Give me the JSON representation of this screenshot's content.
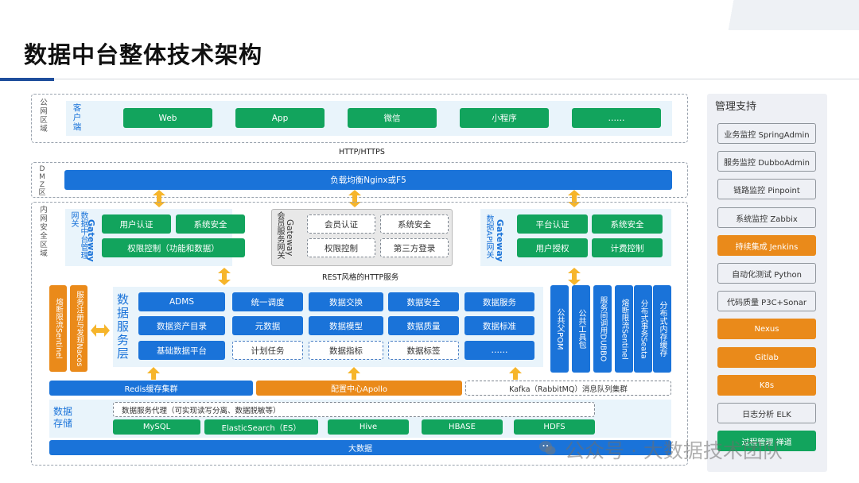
{
  "title": "数据中台整体技术架构",
  "zones": {
    "public": "公网区域",
    "dmz": "DMZ区",
    "intranet": "内网安全区域",
    "client": "客户端"
  },
  "clients": [
    "Web",
    "App",
    "微信",
    "小程序",
    "……"
  ],
  "protocol": "HTTP/HTTPS",
  "load_balancer": "负载均衡Nginx或F5",
  "gateways": {
    "mgmt": {
      "title": "数据中台管理网关",
      "en": "Gateway",
      "items": [
        "用户认证",
        "系统安全",
        "权限控制（功能和数据）"
      ]
    },
    "member": {
      "title": "会员服务网关",
      "en": "Gateway",
      "items": [
        "会员认证",
        "系统安全",
        "权限控制",
        "第三方登录"
      ]
    },
    "api": {
      "title": "数据API网关",
      "en": "Gateway",
      "items": [
        "平台认证",
        "系统安全",
        "用户授权",
        "计费控制"
      ]
    }
  },
  "rest_label": "REST风格的HTTP服务",
  "left_services": [
    "熔断限流Sentinel",
    "服务注册与发现Nacos"
  ],
  "service_layer": {
    "title": "数据服务层",
    "rows": [
      [
        "ADMS",
        "统一调度",
        "数据交换",
        "数据安全",
        "数据服务"
      ],
      [
        "数据资产目录",
        "元数据",
        "数据模型",
        "数据质量",
        "数据标准"
      ],
      [
        "基础数据平台",
        "计划任务",
        "数据指标",
        "数据标签",
        "……"
      ]
    ]
  },
  "right_services": [
    "公共父POM",
    "公共工具包",
    "服务间调用DUBBO",
    "熔断限流Sentinel",
    "分布式事务Seata",
    "分布式内存缓存"
  ],
  "middleware": [
    "Redis缓存集群",
    "配置中心Apollo",
    "Kafka（RabbitMQ）消息队列集群"
  ],
  "storage": {
    "title": "数据存储",
    "proxy": "数据服务代理（可实现读写分离、数据脱敏等）",
    "dbs": [
      "MySQL",
      "ElasticSearch（ES）",
      "Hive",
      "HBASE",
      "HDFS"
    ],
    "bigdata": "大数据"
  },
  "management": {
    "title": "管理支持",
    "items": [
      {
        "label": "业务监控 SpringAdmin",
        "style": "ghost"
      },
      {
        "label": "服务监控 DubboAdmin",
        "style": "ghost"
      },
      {
        "label": "链路监控 Pinpoint",
        "style": "ghost"
      },
      {
        "label": "系统监控 Zabbix",
        "style": "ghost"
      },
      {
        "label": "持续集成 Jenkins",
        "style": "orange"
      },
      {
        "label": "自动化测试 Python",
        "style": "ghost"
      },
      {
        "label": "代码质量 P3C+Sonar",
        "style": "ghost"
      },
      {
        "label": "Nexus",
        "style": "orange"
      },
      {
        "label": "Gitlab",
        "style": "orange"
      },
      {
        "label": "K8s",
        "style": "orange"
      },
      {
        "label": "日志分析 ELK",
        "style": "ghost"
      },
      {
        "label": "过程管理 禅道",
        "style": "green"
      }
    ]
  },
  "watermark": "公众号 · 大数据技术团队",
  "colors": {
    "green": "#12a45d",
    "blue": "#1a73d9",
    "orange": "#ea8a1a",
    "accent": "#1f4e9c"
  }
}
